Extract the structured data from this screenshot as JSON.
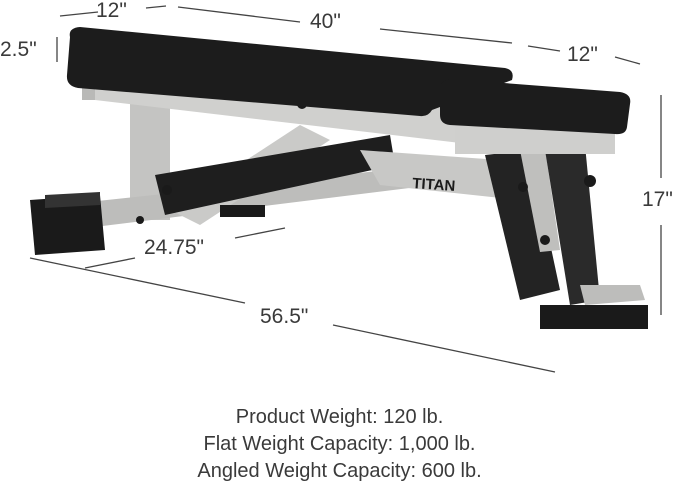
{
  "dimensions": {
    "seat_width": "12\"",
    "back_length": "40\"",
    "head_width": "12\"",
    "pad_thickness": "2.5\"",
    "height": "17\"",
    "base_depth": "24.75\"",
    "total_length": "56.5\""
  },
  "brand_logo": "TITAN",
  "specs": [
    "Product Weight: 120 lb.",
    "Flat Weight Capacity: 1,000 lb.",
    "Angled Weight Capacity: 600 lb."
  ],
  "colors": {
    "pad": "#1c1c1c",
    "frame": "#c9c9c7",
    "bracket": "#222222",
    "text": "#3a3a3a"
  }
}
